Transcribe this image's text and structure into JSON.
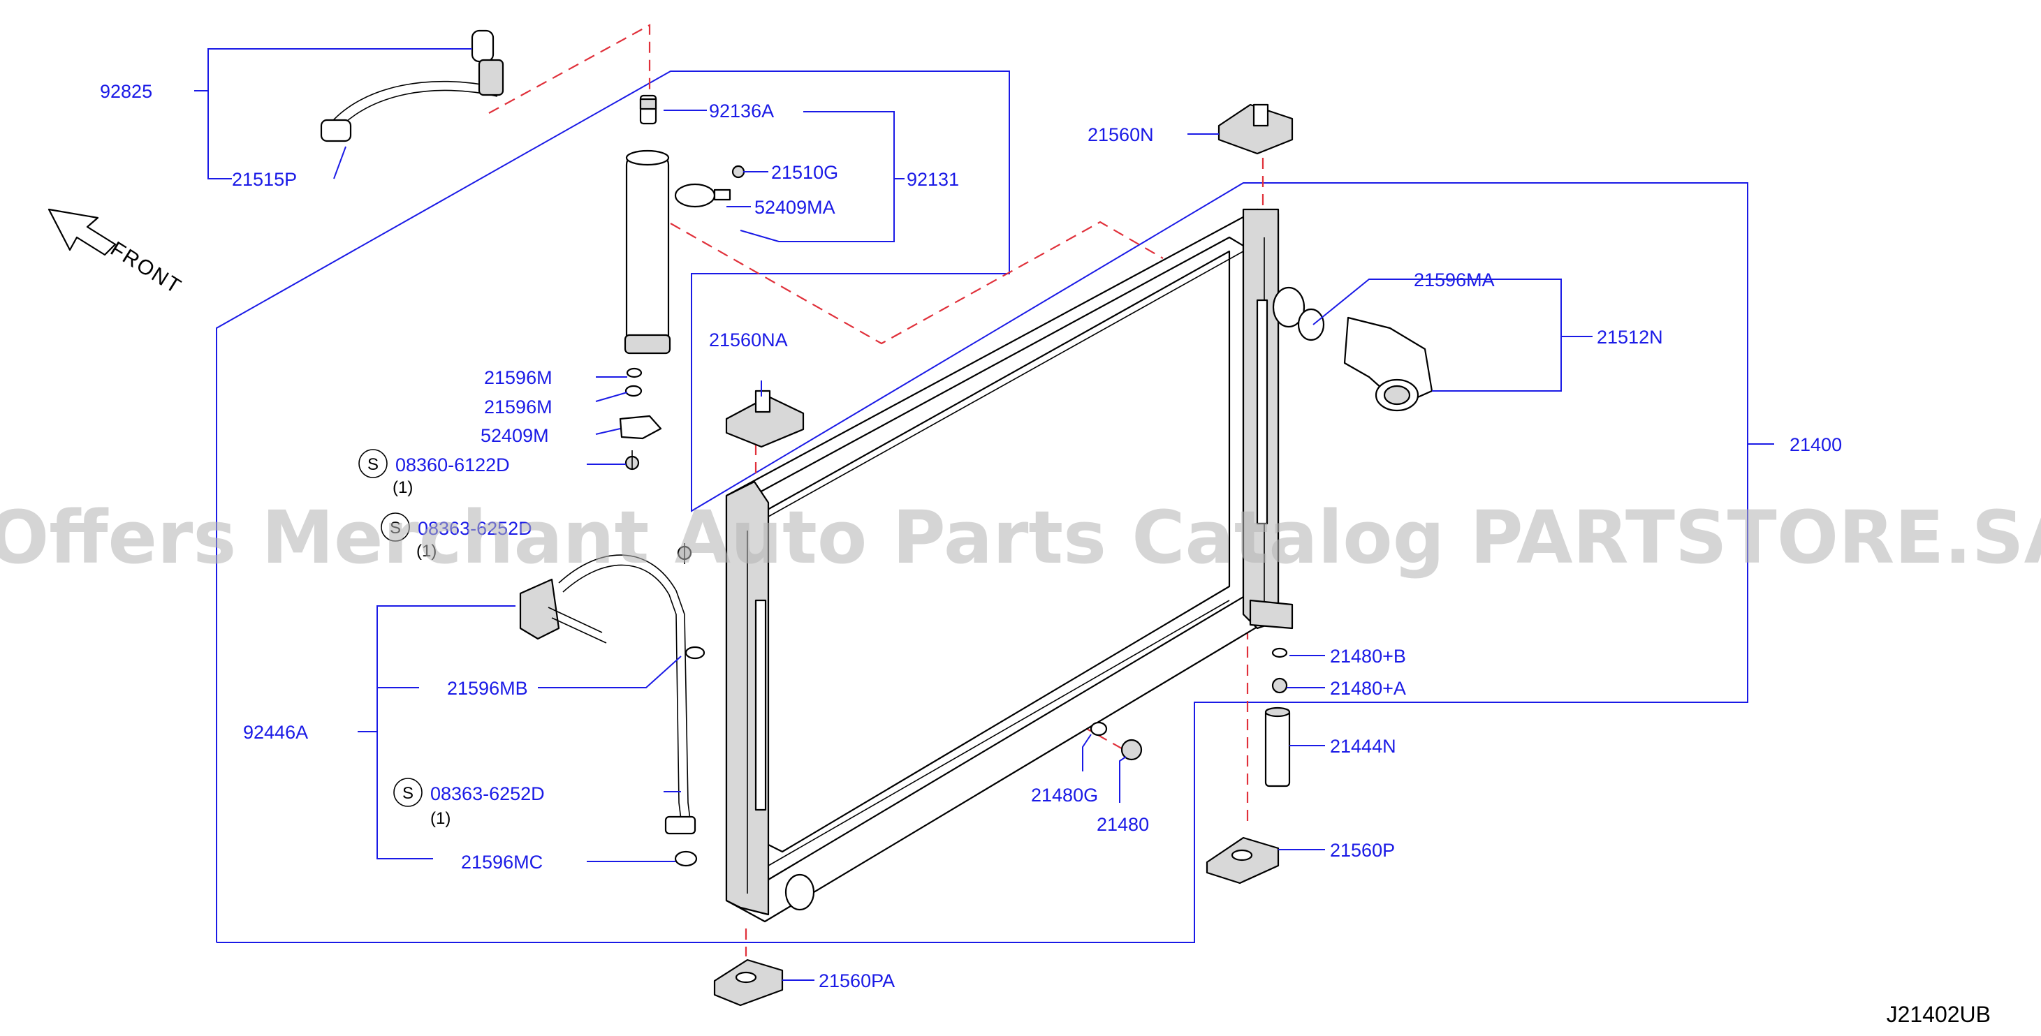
{
  "diagram": {
    "code": "J21402UB",
    "front_label": "FRONT",
    "watermark": "Offers Merchant Auto Parts Catalog PARTSTORE.SA",
    "labels": {
      "p92825": "92825",
      "p21515P": "21515P",
      "p92136A": "92136A",
      "p21510G": "21510G",
      "p52409MA": "52409MA",
      "p92131": "92131",
      "p21560N": "21560N",
      "p21596MA": "21596MA",
      "p21512N": "21512N",
      "p21560NA": "21560NA",
      "p21596M_a": "21596M",
      "p21596M_b": "21596M",
      "p52409M": "52409M",
      "p08360": "08360-6122D",
      "p08360_qty": "(1)",
      "p08363a": "08363-6252D",
      "p08363a_qty": "(1)",
      "p21400": "21400",
      "p21480B": "21480+B",
      "p21480A": "21480+A",
      "p21596MB": "21596MB",
      "p92446A": "92446A",
      "p21444N": "21444N",
      "p21480G": "21480G",
      "p21480": "21480",
      "p08363b": "08363-6252D",
      "p08363b_qty": "(1)",
      "p21560P": "21560P",
      "p21596MC": "21596MC",
      "p21560PA": "21560PA",
      "screw_symbol": "S"
    }
  }
}
